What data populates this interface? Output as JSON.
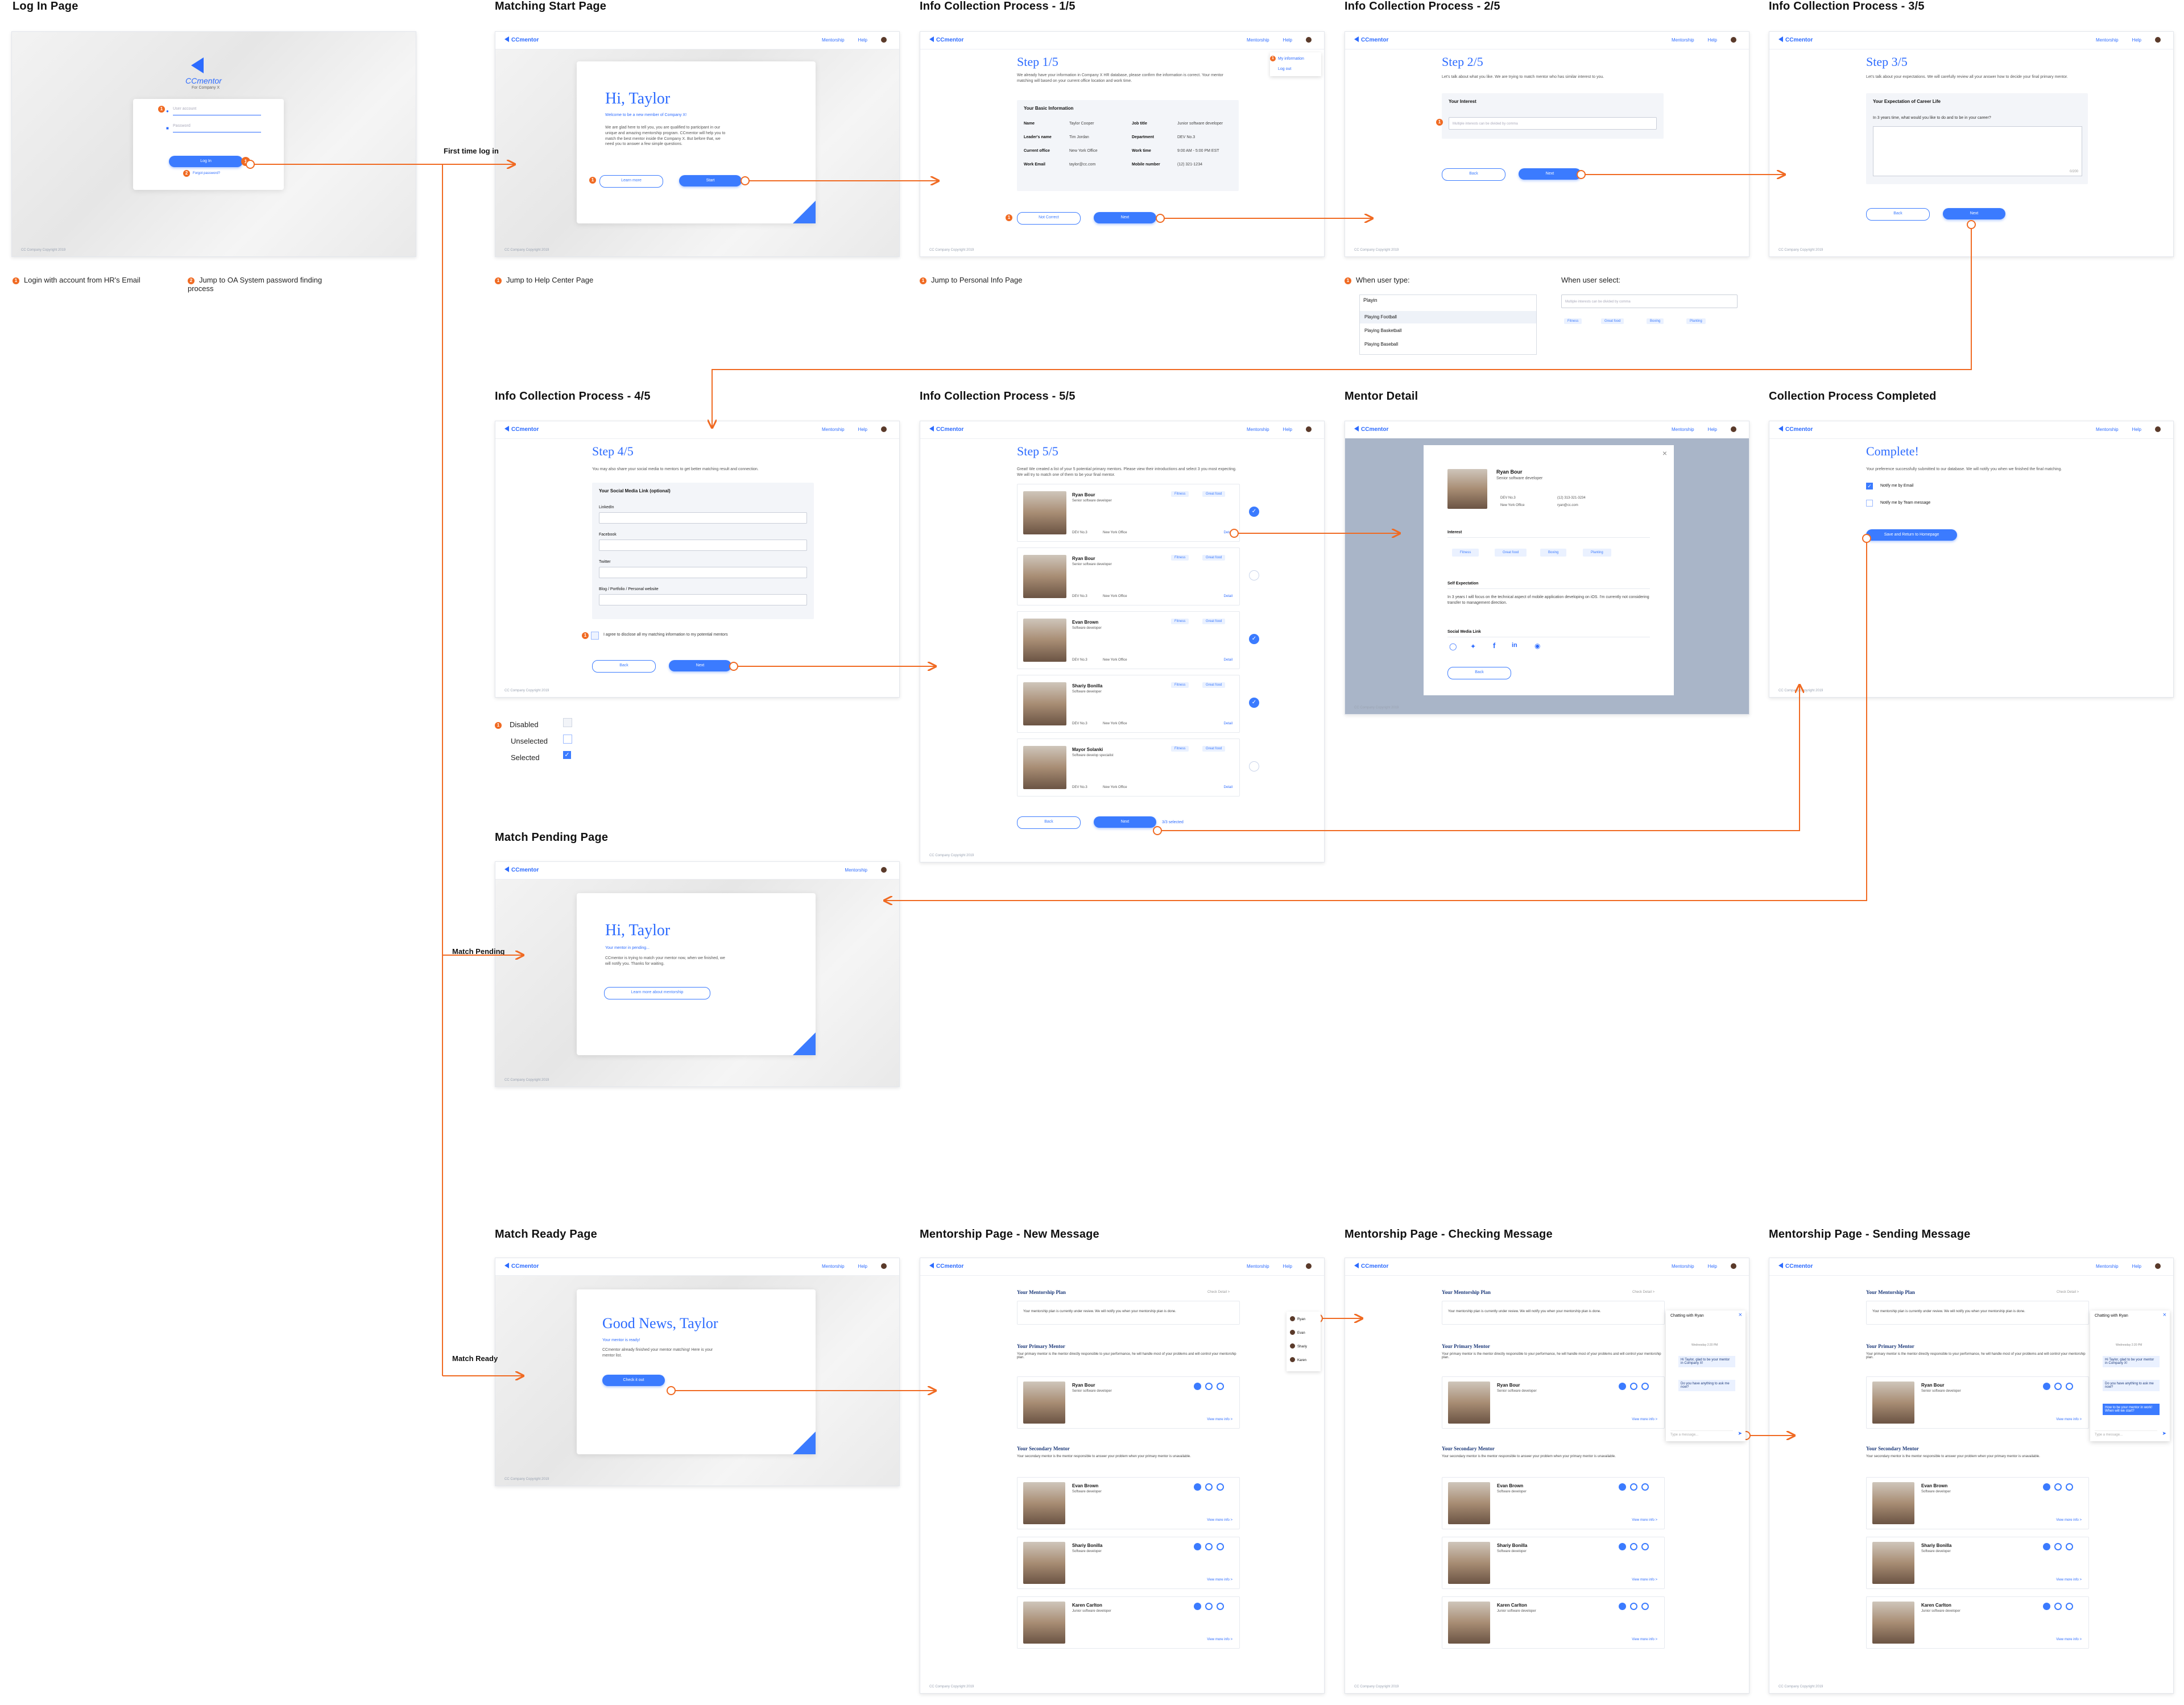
{
  "labels": {
    "login": "Log In Page",
    "matching_start": "Matching Start Page",
    "info1": "Info Collection Process - 1/5",
    "info2": "Info Collection Process - 2/5",
    "info3": "Info Collection Process - 3/5",
    "info4": "Info Collection Process - 4/5",
    "info5": "Info Collection Process - 5/5",
    "mentor_detail": "Mentor Detail",
    "completed": "Collection Process Completed",
    "pending": "Match Pending Page",
    "ready": "Match Ready Page",
    "msg_new": "Mentorship Page - New Message",
    "msg_check": "Mentorship Page - Checking Message",
    "msg_send": "Mentorship Page - Sending Message"
  },
  "flow_labels": {
    "first_time": "First time log in",
    "pending": "Match Pending",
    "ready": "Match Ready"
  },
  "annotations": {
    "login_1": "Login with account from HR's Email",
    "login_2": "Jump to OA System password finding process",
    "start_1": "Jump to Help Center Page",
    "info1_1": "Jump to Personal Info Page",
    "info2_1": "When user type:",
    "info2_2": "When user select:",
    "info4_disabled": "Disabled",
    "info4_unselected": "Unselected",
    "info4_selected": "Selected"
  },
  "app": {
    "logo": "CCmentor",
    "nav_mentorship": "Mentorship",
    "nav_help": "Help",
    "footer": "CC Company Copyright 2019"
  },
  "login": {
    "logo": "CCmentor",
    "sub": "For Company X",
    "user_ph": "User account",
    "pass_ph": "Password",
    "btn": "Log In",
    "forgot": "Forgot password?"
  },
  "start": {
    "hi": "Hi, Taylor",
    "welcome": "Welcome to be a new member of Company X!",
    "body": "We are glad here to tell you, you are qualified to participant in our unique and amazing mentorship program. CCmentor will help you to match the best mentor inside the Company X. But before that, we need you to answer a few simple questions.",
    "learn": "Learn more",
    "start": "Start"
  },
  "info1": {
    "step": "Step 1/5",
    "desc": "We already have your information in Company X HR database, please confirm the information is correct. Your mentor matching will based on your current office location and work time.",
    "box_title": "Your Basic Information",
    "fields": [
      [
        "Name",
        "Taylor Cooper",
        "Job title",
        "Junior software developer"
      ],
      [
        "Leader's name",
        "Tim Jordan",
        "Department",
        "DEV No.3"
      ],
      [
        "Current office",
        "New York Office",
        "Work time",
        "9:00 AM - 5:00 PM EST"
      ],
      [
        "Work Email",
        "taylor@cc.com",
        "Mobile number",
        "(12) 321-1234"
      ]
    ],
    "not_correct": "Not Correct",
    "next": "Next",
    "menu": [
      "My information",
      "Log out"
    ]
  },
  "info2": {
    "step": "Step 2/5",
    "desc": "Let's talk about what you like. We are trying to match mentor who has similar interest to you.",
    "box_title": "Your Interest",
    "ph": "Multiple interests can be divided by comma",
    "back": "Back",
    "next": "Next",
    "typed": "Playin",
    "suggestions": [
      "Playing Football",
      "Playing Basketball",
      "Playing Baseball"
    ],
    "select_ph": "Multiple interests can be divided by comma",
    "chips": [
      "Fitness",
      "Great food",
      "Boxing",
      "Planting"
    ]
  },
  "info3": {
    "step": "Step 3/5",
    "desc": "Let's talk about your expectations. We will carefully review all your answer how to decide your final primary mentor.",
    "box_title": "Your Expectation of Career Life",
    "question": "In 3 years time, what would you like to do and to be in your career?",
    "counter": "0/200",
    "back": "Back",
    "next": "Next"
  },
  "info4": {
    "step": "Step 4/5",
    "desc": "You may also share your social media to mentors to get better matching result and connection.",
    "box_title": "Your Social Media Link (optional)",
    "fields": [
      "LinkedIn",
      "Facebook",
      "Twitter",
      "Blog / Portfolio / Personal website"
    ],
    "agree": "I agree to disclose all my matching information to my potential mentors",
    "back": "Back",
    "next": "Next"
  },
  "info5": {
    "step": "Step 5/5",
    "desc": "Great! We created a list of your 5 potential primary mentors. Please view their introductions and select 3 you most expecting. We will try to match one of them to be your final mentor.",
    "mentors": [
      {
        "name": "Ryan Bour",
        "title": "Senior software developer",
        "selected": true
      },
      {
        "name": "Ryan Bour",
        "title": "Senior software developer",
        "selected": false
      },
      {
        "name": "Evan Brown",
        "title": "Software developer",
        "selected": true
      },
      {
        "name": "Shariy Bonilla",
        "title": "Software developer",
        "selected": true
      },
      {
        "name": "Mayor Solanki",
        "title": "Software develop specialist",
        "selected": false
      }
    ],
    "chip1": "Fitness",
    "chip2": "Great food",
    "detail": "Detail",
    "office": "New York Office",
    "dept": "DEV No.3",
    "back": "Back",
    "next": "Next",
    "count": "3/3 selected"
  },
  "mentor_detail": {
    "name": "Ryan Bour",
    "title": "Senior software developer",
    "dept": "DEV No.3",
    "office": "New York Office",
    "phone": "(12) 313-321-3234",
    "email": "ryan@cc.com",
    "interest_title": "Interest",
    "interests": [
      "Fitness",
      "Great food",
      "Boxing",
      "Planting"
    ],
    "expect_title": "Self Expectation",
    "expect": "In 3 years I will focus on the technical aspect of mobile application developing on iOS. I'm currently not considering transfer to management direction.",
    "social_title": "Social Media Link",
    "back": "Back"
  },
  "completed": {
    "title": "Complete!",
    "desc": "Your preference successfully submitted to our database. We will notify you when we finished the final matching.",
    "email": "Notify me by Email",
    "team": "Notify me by Team message",
    "btn": "Save and Return to Homepage"
  },
  "pending": {
    "hi": "Hi, Taylor",
    "sub": "Your mentor in pending...",
    "body": "CCmentor is trying to match your mentor now, when we finished, we will notify you. Thanks for waiting.",
    "btn": "Learn more about mentorship"
  },
  "ready": {
    "hi": "Good News, Taylor",
    "sub": "Your mentor is ready!",
    "body": "CCmentor already finished your mentor matching! Here is your mentor list.",
    "btn": "Check it out"
  },
  "mentorship": {
    "plan_title": "Your Mentorship Plan",
    "plan_status": "Check Detail >",
    "plan_text": "Your mentorship plan is currently under review. We will notify you when your mentorship plan is done.",
    "primary_title": "Your Primary Mentor",
    "primary_desc": "Your primary mentor is the mentor directly responsible to your performance, he will handle most of your problems and will control your mentorship plan.",
    "secondary_title": "Your Secondary Mentor",
    "secondary_desc": "Your secondary mentor is the mentor responsible to answer your problem when your primary mentor is unavailable.",
    "primary": {
      "name": "Ryan Bour",
      "title": "Senior software developer"
    },
    "secondary": [
      {
        "name": "Evan Brown",
        "title": "Software developer"
      },
      {
        "name": "Shariy Bonilla",
        "title": "Software developer"
      },
      {
        "name": "Karen Carlton",
        "title": "Junior software developer"
      }
    ],
    "view_more": "View more info >",
    "chat_title": "Chatting with Ryan",
    "chat_date": "Wednesday 2:20 PM",
    "chat_msg1": "Hi Taylor, glad to be your mentor in Company X!",
    "chat_msg2": "Do you have anything to ask me now?",
    "chat_reply": "How to be your mentor in work! When will we start?",
    "chat_ph": "Type a message...",
    "chat_list": [
      "Ryan",
      "Evan",
      "Shariy",
      "Karen"
    ]
  }
}
